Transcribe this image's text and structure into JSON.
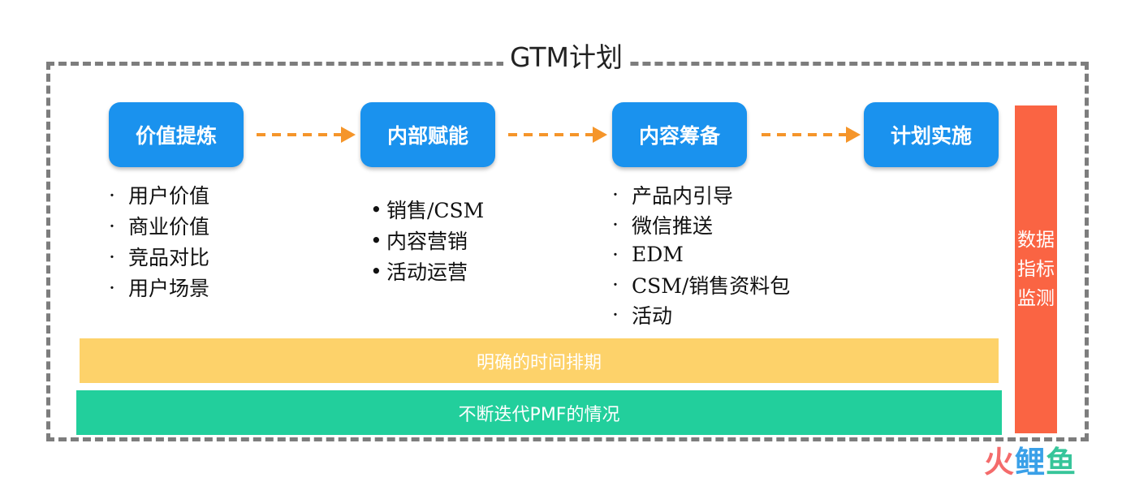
{
  "title": "GTM计划",
  "steps": [
    {
      "label": "价值提炼",
      "bullets": [
        "用户价值",
        "商业价值",
        "竞品对比",
        "用户场景"
      ]
    },
    {
      "label": "内部赋能",
      "bullets": [
        "销售/CSM",
        "内容营销",
        "活动运营"
      ]
    },
    {
      "label": "内容筹备",
      "bullets": [
        "产品内引导",
        "微信推送",
        "EDM",
        "CSM/销售资料包",
        "活动"
      ]
    },
    {
      "label": "计划实施",
      "bullets": []
    }
  ],
  "bullet_marks": {
    "small": "·",
    "large": "•"
  },
  "bands": {
    "yellow": "明确的时间排期",
    "green": "不断迭代PMF的情况"
  },
  "side_bar": "数据指标监测",
  "watermark": {
    "char1": "火",
    "char2": "鲤",
    "char3": "鱼"
  },
  "colors": {
    "step": "#1a92ee",
    "arrow": "#f5952a",
    "yellow_band": "#fdd26a",
    "green_band": "#22cf9c",
    "side_bar": "#fa6443",
    "frame": "#7d7d7d"
  },
  "icons": [
    "dashed-arrow-icon"
  ]
}
